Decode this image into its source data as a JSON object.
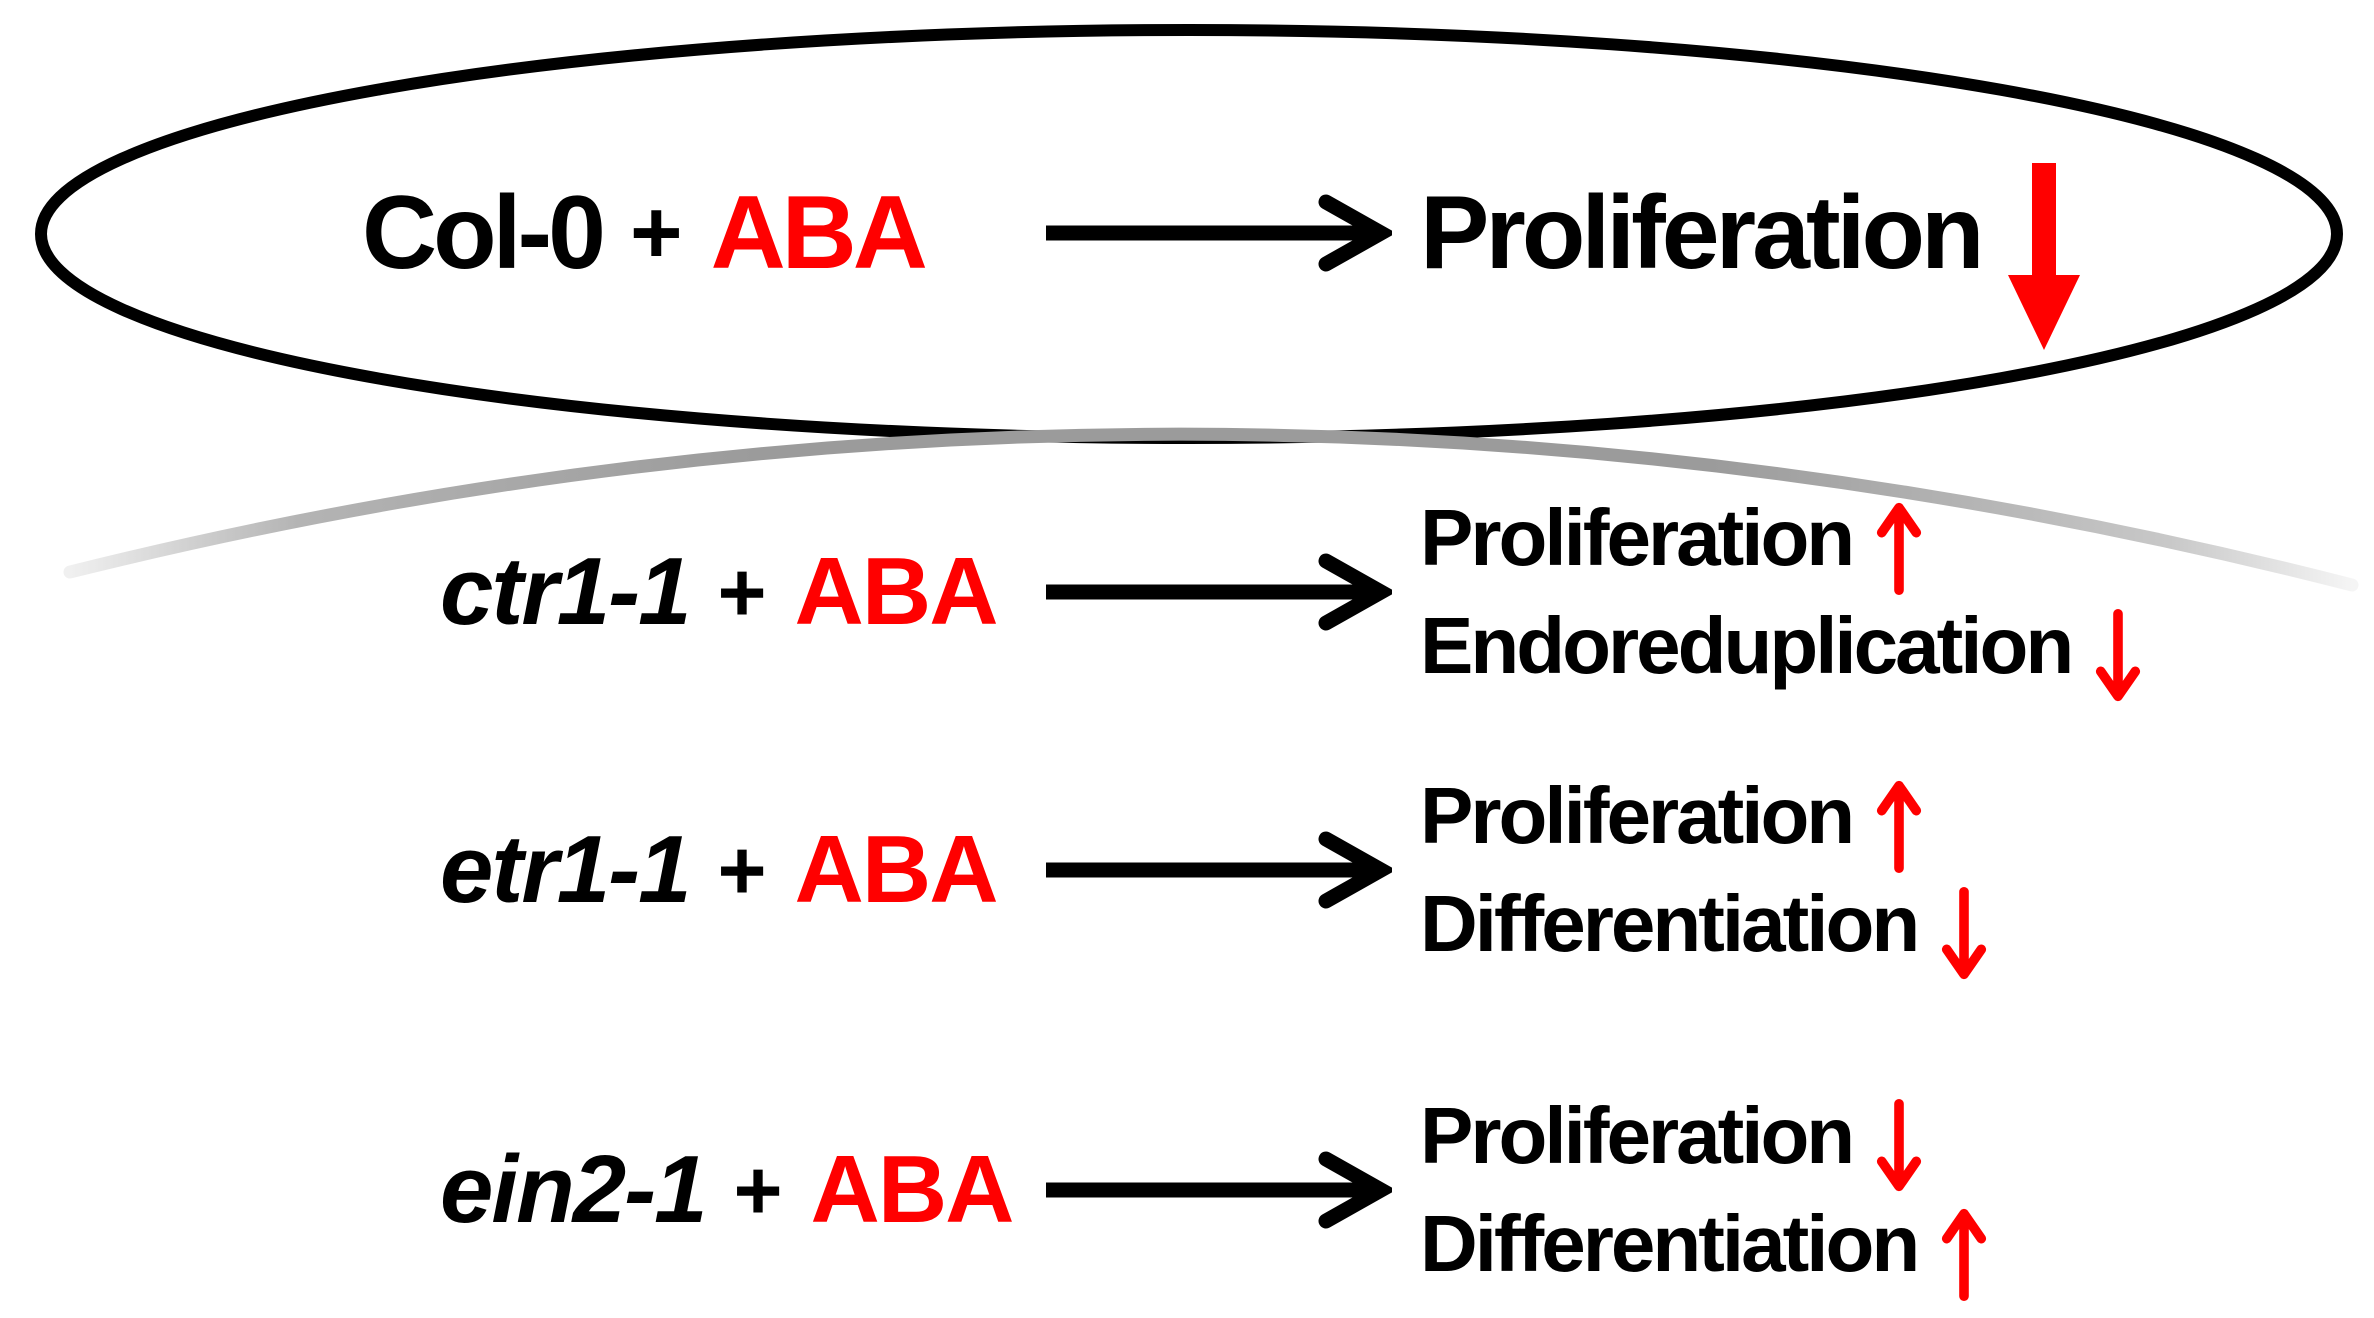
{
  "colors": {
    "background": "#ffffff",
    "text_black": "#000000",
    "accent_red": "#ff0000",
    "arc_gray": "#9b9b9b"
  },
  "ellipse_row": {
    "genotype": "Col-0",
    "plus": "+",
    "treatment": "ABA",
    "outcome": {
      "label": "Proliferation",
      "direction": "down",
      "arrow_style": "thick-block"
    }
  },
  "rows": [
    {
      "genotype": "ctr1-1",
      "plus": "+",
      "treatment": "ABA",
      "outcomes": [
        {
          "label": "Proliferation",
          "direction": "up"
        },
        {
          "label": "Endoreduplication",
          "direction": "down"
        }
      ]
    },
    {
      "genotype": "etr1-1",
      "plus": "+",
      "treatment": "ABA",
      "outcomes": [
        {
          "label": "Proliferation",
          "direction": "up"
        },
        {
          "label": "Differentiation",
          "direction": "down"
        }
      ]
    },
    {
      "genotype": "ein2-1",
      "plus": "+",
      "treatment": "ABA",
      "outcomes": [
        {
          "label": "Proliferation",
          "direction": "down"
        },
        {
          "label": "Differentiation",
          "direction": "up"
        }
      ]
    }
  ]
}
